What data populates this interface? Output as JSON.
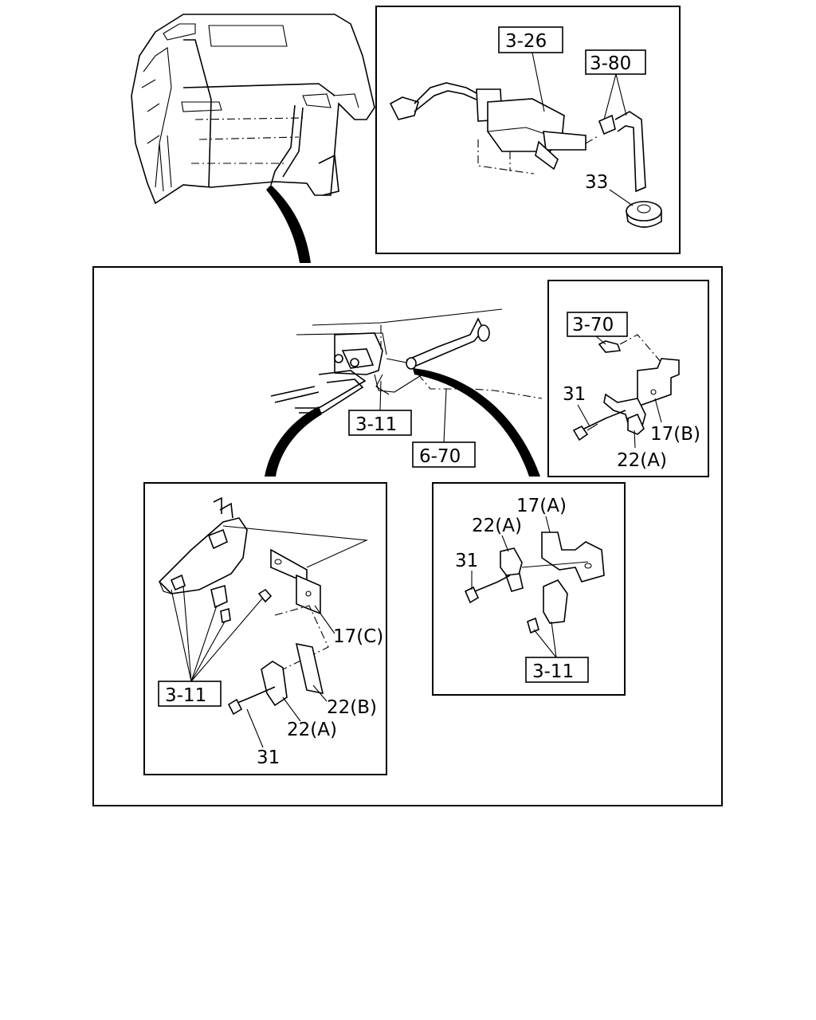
{
  "callouts": {
    "ref_3_26": "3-26",
    "ref_3_80": "3-80",
    "num_33": "33",
    "ref_3_70": "3-70",
    "num_31_right_top": "31",
    "num_17b": "17(B)",
    "num_22a_right_top": "22(A)",
    "ref_3_11_center": "3-11",
    "ref_6_70": "6-70",
    "num_17c": "17(C)",
    "ref_3_11_left": "3-11",
    "num_22b": "22(B)",
    "num_22a_left": "22(A)",
    "num_31_left": "31",
    "num_17a": "17(A)",
    "num_22a_right_bottom": "22(A)",
    "num_31_right_bottom": "31",
    "ref_3_11_right": "3-11"
  }
}
